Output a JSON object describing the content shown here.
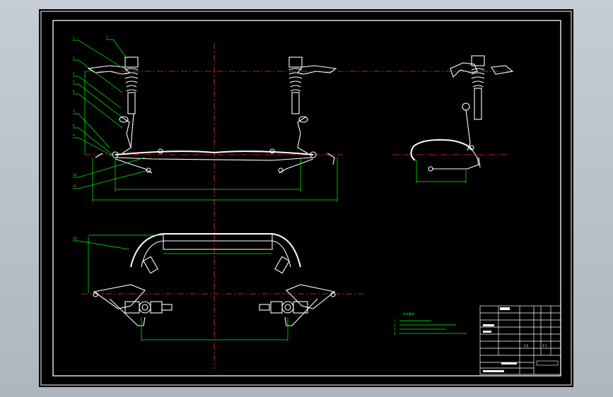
{
  "window": {
    "background": "#b8c0ca",
    "canvas": "#000000"
  },
  "drawing": {
    "balloons": [
      "1",
      "2",
      "3",
      "4",
      "5",
      "6",
      "7",
      "8",
      "9",
      "10",
      "11",
      "18"
    ],
    "notes_title": "技术要求",
    "notes": [
      "1.",
      "2.",
      "3.",
      "4."
    ],
    "title_block": {
      "scale": "1:2",
      "sheet": "1:1"
    }
  },
  "colors": {
    "outline": "#ffffff",
    "centerline": "#ff2a2a",
    "dimension": "#00ff00"
  }
}
